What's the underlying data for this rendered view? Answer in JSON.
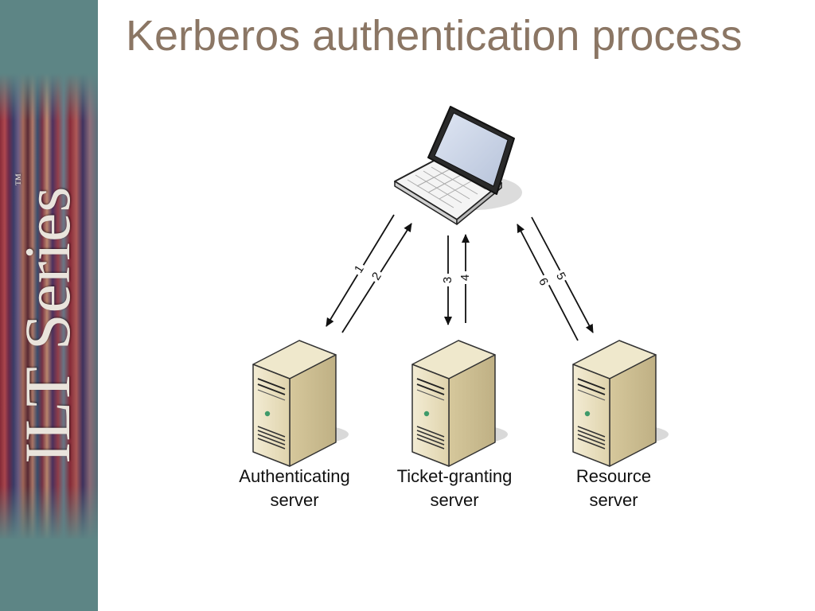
{
  "slide": {
    "title": "Kerberos authentication process",
    "logo_text": "ILT Series",
    "logo_mark": "™"
  },
  "nodes": {
    "client": {
      "icon": "laptop-icon"
    },
    "servers": [
      {
        "id": "auth",
        "icon": "server-icon",
        "label_line1": "Authenticating",
        "label_line2": "server"
      },
      {
        "id": "tgs",
        "icon": "server-icon",
        "label_line1": "Ticket-granting",
        "label_line2": "server"
      },
      {
        "id": "resource",
        "icon": "server-icon",
        "label_line1": "Resource",
        "label_line2": "server"
      }
    ]
  },
  "steps": [
    "1",
    "2",
    "3",
    "4",
    "5",
    "6"
  ],
  "colors": {
    "sidebar": "#5d8585",
    "title": "#8b7664",
    "server_body": "#e7dfc3",
    "server_shadow": "#d8d8d8"
  }
}
